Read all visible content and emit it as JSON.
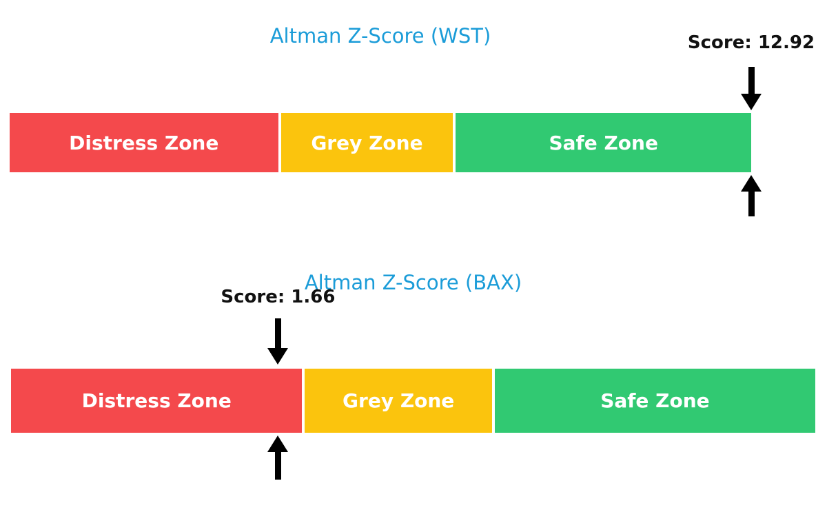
{
  "figure": {
    "background_color": "#FFFFFF"
  },
  "chart_data": [
    {
      "type": "bar",
      "chart_kind": "zone-bullet",
      "title": "Altman Z-Score (WST)",
      "title_color": "#1B9CD8",
      "score": 12.92,
      "score_label": "Score: 12.92",
      "axis_range": [
        0,
        5
      ],
      "marker": "black down-arrow above bar and up-arrow below bar at score position (clamped to axis max)",
      "arrow_color": "#000000",
      "zone_label_color": "#FFFFFF",
      "zones": [
        {
          "label": "Distress Zone",
          "from": 0,
          "to": 1.81,
          "color": "#F4494C"
        },
        {
          "label": "Grey Zone",
          "from": 1.81,
          "to": 2.99,
          "color": "#FBC40D"
        },
        {
          "label": "Safe Zone",
          "from": 2.99,
          "to": 5,
          "color": "#31C972"
        }
      ]
    },
    {
      "type": "bar",
      "chart_kind": "zone-bullet",
      "title": "Altman Z-Score (BAX)",
      "title_color": "#1B9CD8",
      "score": 1.66,
      "score_label": "Score: 1.66",
      "axis_range": [
        0,
        5
      ],
      "marker": "black down-arrow above bar and up-arrow below bar at score position",
      "arrow_color": "#000000",
      "zone_label_color": "#FFFFFF",
      "zones": [
        {
          "label": "Distress Zone",
          "from": 0,
          "to": 1.81,
          "color": "#F4494C"
        },
        {
          "label": "Grey Zone",
          "from": 1.81,
          "to": 2.99,
          "color": "#FBC40D"
        },
        {
          "label": "Safe Zone",
          "from": 2.99,
          "to": 5,
          "color": "#31C972"
        }
      ]
    }
  ]
}
